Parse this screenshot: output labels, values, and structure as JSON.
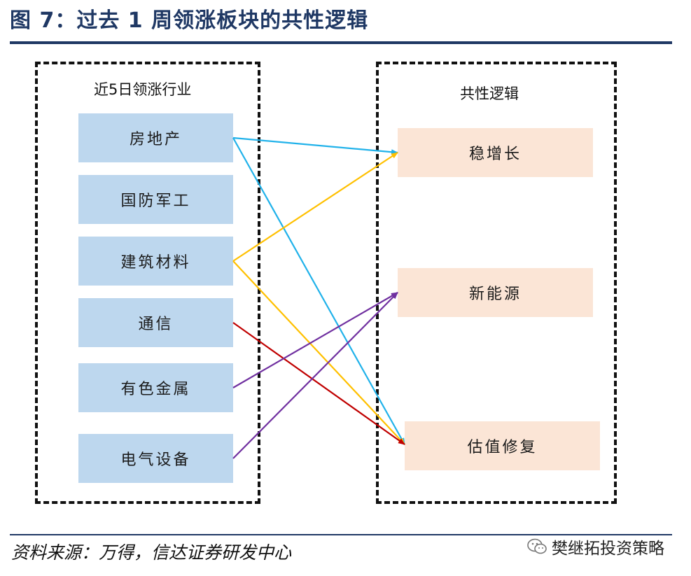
{
  "header": {
    "title": "图 7：过去 1 周领涨板块的共性逻辑"
  },
  "left_panel": {
    "title": "近5日领涨行业",
    "industries": [
      "房地产",
      "国防军工",
      "建筑材料",
      "通信",
      "有色金属",
      "电气设备"
    ]
  },
  "right_panel": {
    "title": "共性逻辑",
    "logics": [
      "稳增长",
      "新能源",
      "估值修复"
    ]
  },
  "links": [
    {
      "from": 0,
      "to": 0,
      "color": "#21b2ea"
    },
    {
      "from": 0,
      "to": 2,
      "color": "#21b2ea"
    },
    {
      "from": 2,
      "to": 0,
      "color": "#ffc000"
    },
    {
      "from": 2,
      "to": 2,
      "color": "#ffc000"
    },
    {
      "from": 3,
      "to": 2,
      "color": "#c00000"
    },
    {
      "from": 4,
      "to": 1,
      "color": "#7030a0"
    },
    {
      "from": 5,
      "to": 1,
      "color": "#7030a0"
    }
  ],
  "footer": {
    "source": "资料来源：万得，信达证券研发中心",
    "brand": "樊继拓投资策略",
    "brand_icon": "wechat-icon"
  }
}
